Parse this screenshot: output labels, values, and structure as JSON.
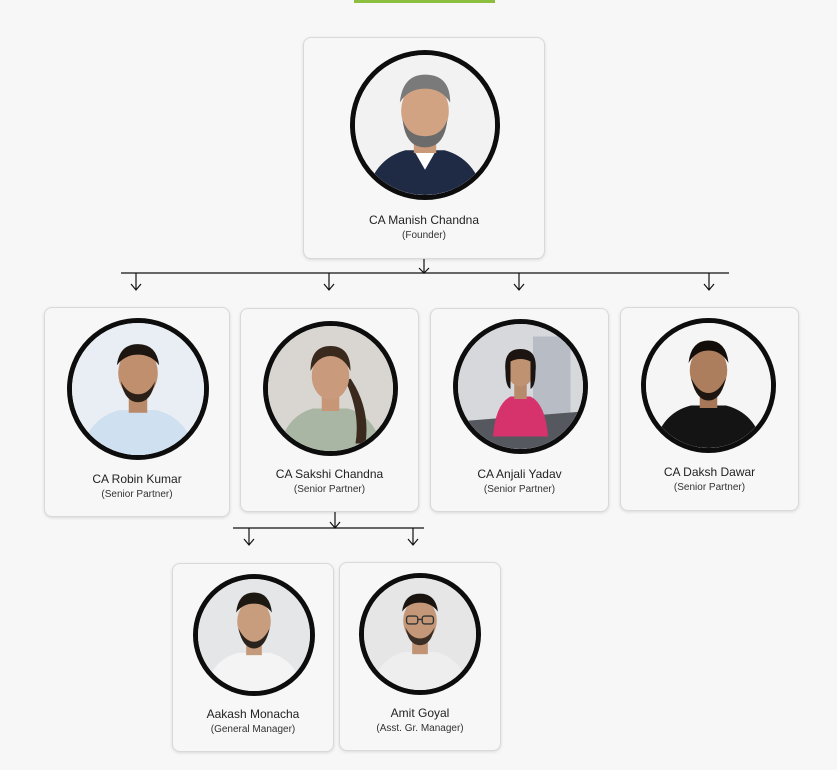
{
  "theme": {
    "accent": "#8cbf3f",
    "background": "#f7f7f7",
    "line": "#111111"
  },
  "founder": {
    "name": "CA Manish Chandna",
    "role": "(Founder)"
  },
  "partners": [
    {
      "name": "CA Robin Kumar",
      "role": "(Senior Partner)"
    },
    {
      "name": "CA Sakshi Chandna",
      "role": "(Senior Partner)"
    },
    {
      "name": "CA Anjali Yadav",
      "role": "(Senior Partner)"
    },
    {
      "name": "CA Daksh Dawar",
      "role": "(Senior Partner)"
    }
  ],
  "managers": [
    {
      "name": "Aakash Monacha",
      "role": "(General Manager)"
    },
    {
      "name": "Amit Goyal",
      "role": "(Asst. Gr. Manager)"
    }
  ]
}
